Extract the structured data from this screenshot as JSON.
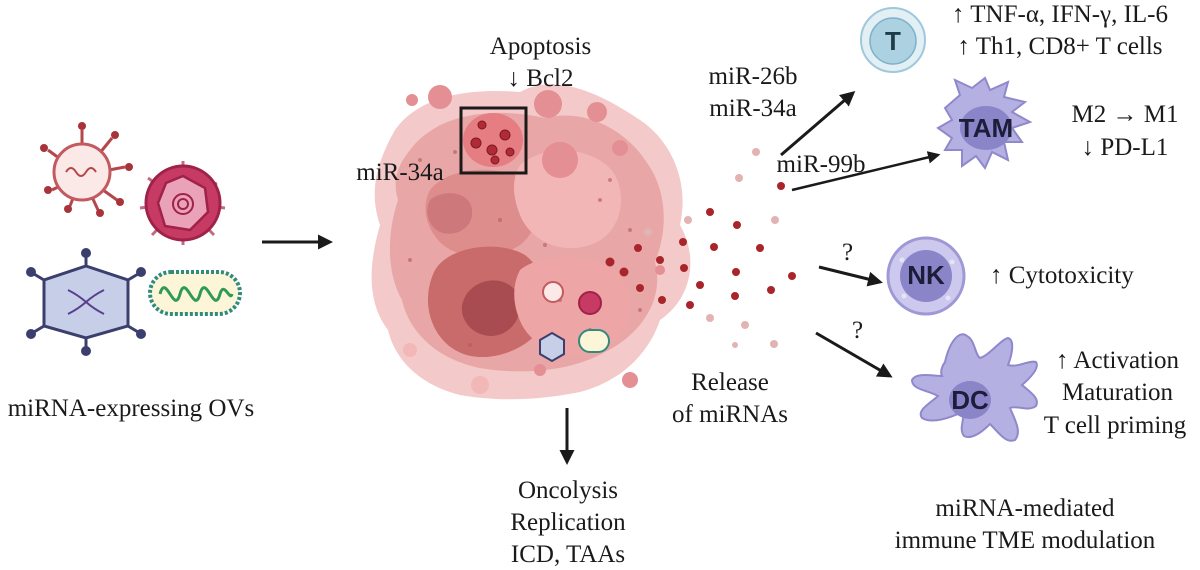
{
  "left": {
    "label": "miRNA-expressing OVs",
    "virus_icons": [
      "coronavirus-like-virus-icon",
      "herpesvirus-icon",
      "adenovirus-icon",
      "vesicular-virus-icon"
    ]
  },
  "tumor": {
    "apoptosis_line1": "Apoptosis",
    "apoptosis_line2": "↓ Bcl2",
    "mir_label": "miR-34a",
    "bottom_line1": "Oncolysis",
    "bottom_line2": "Replication",
    "bottom_line3": "ICD, TAAs"
  },
  "release": {
    "line1": "Release",
    "line2": "of miRNAs"
  },
  "arrows": {
    "to_t_line1": "miR-26b",
    "to_t_line2": "miR-34a",
    "to_tam": "miR-99b",
    "to_nk": "?",
    "to_dc": "?"
  },
  "cells": {
    "t": {
      "name": "T",
      "effect_line1": "↑ TNF-α, IFN-γ, IL-6",
      "effect_line2": "↑ Th1, CD8+ T cells"
    },
    "tam": {
      "name": "TAM",
      "effect_line1": "M2 → M1",
      "effect_line2": "↓ PD-L1"
    },
    "nk": {
      "name": "NK",
      "effect_line1": "↑ Cytotoxicity"
    },
    "dc": {
      "name": "DC",
      "effect_line1": "↑ Activation",
      "effect_line2": "Maturation",
      "effect_line3": "T cell priming"
    }
  },
  "footer": {
    "line1": "miRNA-mediated",
    "line2": "immune TME modulation"
  },
  "colors": {
    "tumor": "#e89a9a",
    "tumor_dark": "#c96b6b",
    "mirna_dot": "#a8262b",
    "t_cell": "#b7dbea",
    "immune_cell": "#b4b0e2",
    "immune_nucleus": "#8a84c9",
    "arrow": "#1a1a1a"
  }
}
